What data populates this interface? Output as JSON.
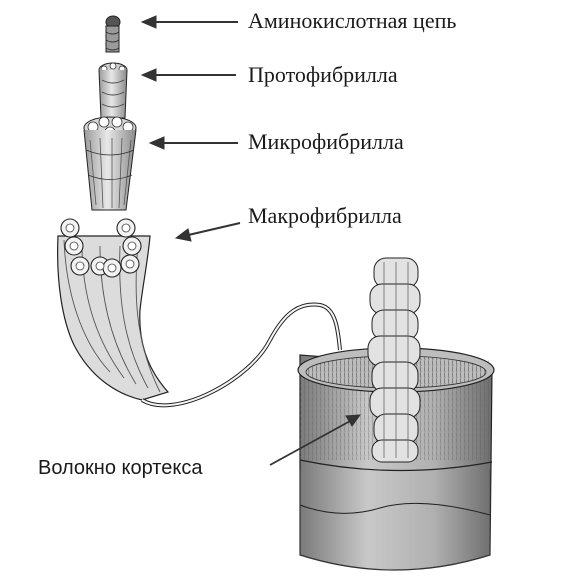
{
  "diagram": {
    "labels": {
      "amino_chain": "Аминокислотная цепь",
      "protofibril": "Протофибрилла",
      "microfibril": "Микрофибрилла",
      "macrofibril": "Макрофибрилла",
      "cortex_fiber": "Волокно кортекса"
    },
    "colors": {
      "ink": "#1a1a1a",
      "arrow": "#333333",
      "fill_light": "#e6e6e6",
      "fill_mid": "#bdbdbd",
      "fill_dark": "#8c8c8c"
    }
  }
}
